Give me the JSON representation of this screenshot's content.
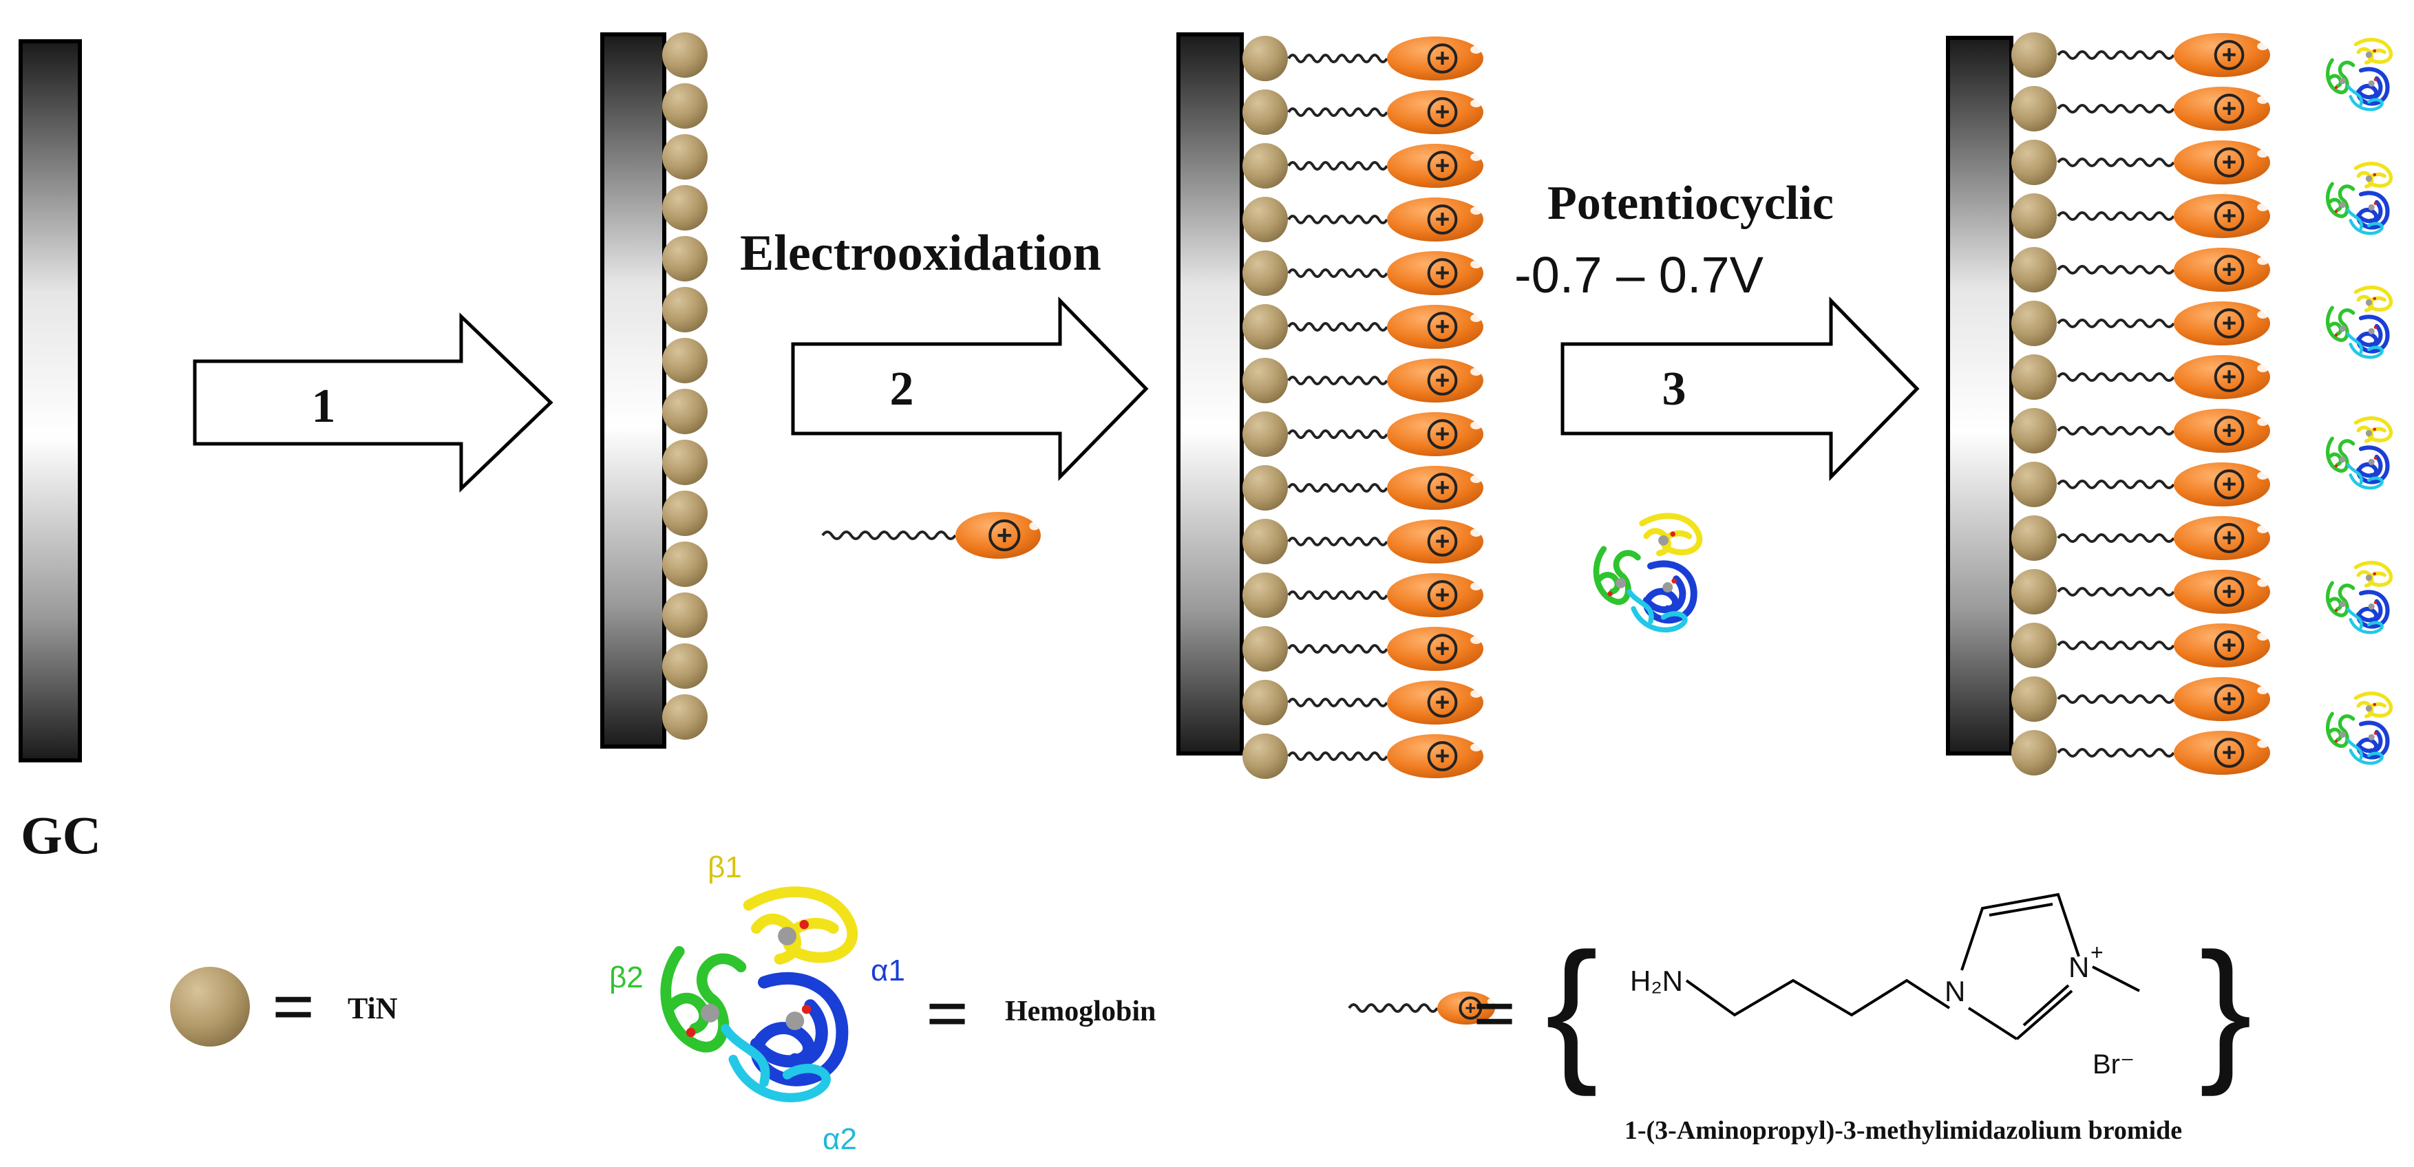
{
  "labels": {
    "electrode": "GC",
    "step1": "1",
    "step2": "2",
    "step3": "3",
    "step2_caption": "Electrooxidation",
    "step3_caption_line1": "Potentiocyclic",
    "step3_caption_line2": "-0.7 – 0.7V",
    "plus_sign": "+"
  },
  "hemoglobin_subunits": {
    "a1": "α1",
    "a2": "α2",
    "b1": "β1",
    "b2": "β2"
  },
  "legend": {
    "equals": "=",
    "tin": "TiN",
    "hemoglobin": "Hemoglobin",
    "ionic_liquid_name": "1-(3-Aminopropyl)-3-methylimidazolium bromide",
    "brace_open": "{",
    "brace_close": "}"
  },
  "structure": {
    "amine": "H₂N",
    "ring_n1": "N",
    "ring_n3": "N",
    "charge": "+",
    "counterion": "Br⁻"
  },
  "colors": {
    "tin_sphere": "#B39A6A",
    "ionic_liquid": "#F07B1E",
    "arrow_fill": "#ffffff",
    "subunit_alpha1": "#1A3FD6",
    "subunit_alpha2": "#22C8E6",
    "subunit_beta1": "#F2E21A",
    "subunit_beta2": "#2EC42E"
  }
}
